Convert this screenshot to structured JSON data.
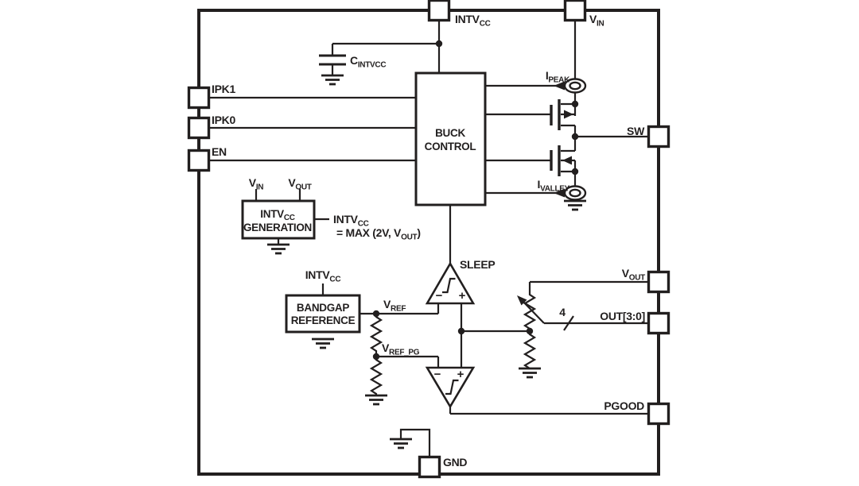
{
  "colors": {
    "ink": "#221f1f",
    "background": "#ffffff"
  },
  "pins": {
    "intvcc": {
      "main": "INTV",
      "sub": "CC"
    },
    "vin": {
      "main": "V",
      "sub": "IN"
    },
    "ipk1": {
      "label": "IPK1"
    },
    "ipk0": {
      "label": "IPK0"
    },
    "en": {
      "label": "EN"
    },
    "sw": {
      "label": "SW"
    },
    "vout": {
      "main": "V",
      "sub": "OUT"
    },
    "out30": {
      "label": "OUT[3:0]"
    },
    "pgood": {
      "label": "PGOOD"
    },
    "gnd": {
      "label": "GND"
    }
  },
  "blocks": {
    "buck": {
      "line1": "BUCK",
      "line2": "CONTROL"
    },
    "intvcc_gen": {
      "line1_main": "INTV",
      "line1_sub": "CC",
      "line2": "GENERATION",
      "in_vin_main": "V",
      "in_vin_sub": "IN",
      "in_vout_main": "V",
      "in_vout_sub": "OUT"
    },
    "bandgap": {
      "line1": "BANDGAP",
      "line2": "REFERENCE",
      "supply_main": "INTV",
      "supply_sub": "CC"
    }
  },
  "nets": {
    "cintvcc": {
      "main": "C",
      "sub": "INTVCC"
    },
    "ipeak": {
      "main": "I",
      "sub": "PEAK"
    },
    "ivalley": {
      "main": "I",
      "sub": "VALLEY"
    },
    "vref": {
      "main": "V",
      "sub": "REF"
    },
    "vref_pg": {
      "main": "V",
      "sub": "REF_PG"
    },
    "intvcc_out": {
      "main": "INTV",
      "sub": "CC"
    },
    "intvcc_note": {
      "pre": "= MAX (2V, V",
      "sub": "OUT",
      "post": ")"
    },
    "sleep": "SLEEP",
    "bus_width": "4"
  },
  "comparators": {
    "minus": "−",
    "plus": "+"
  }
}
